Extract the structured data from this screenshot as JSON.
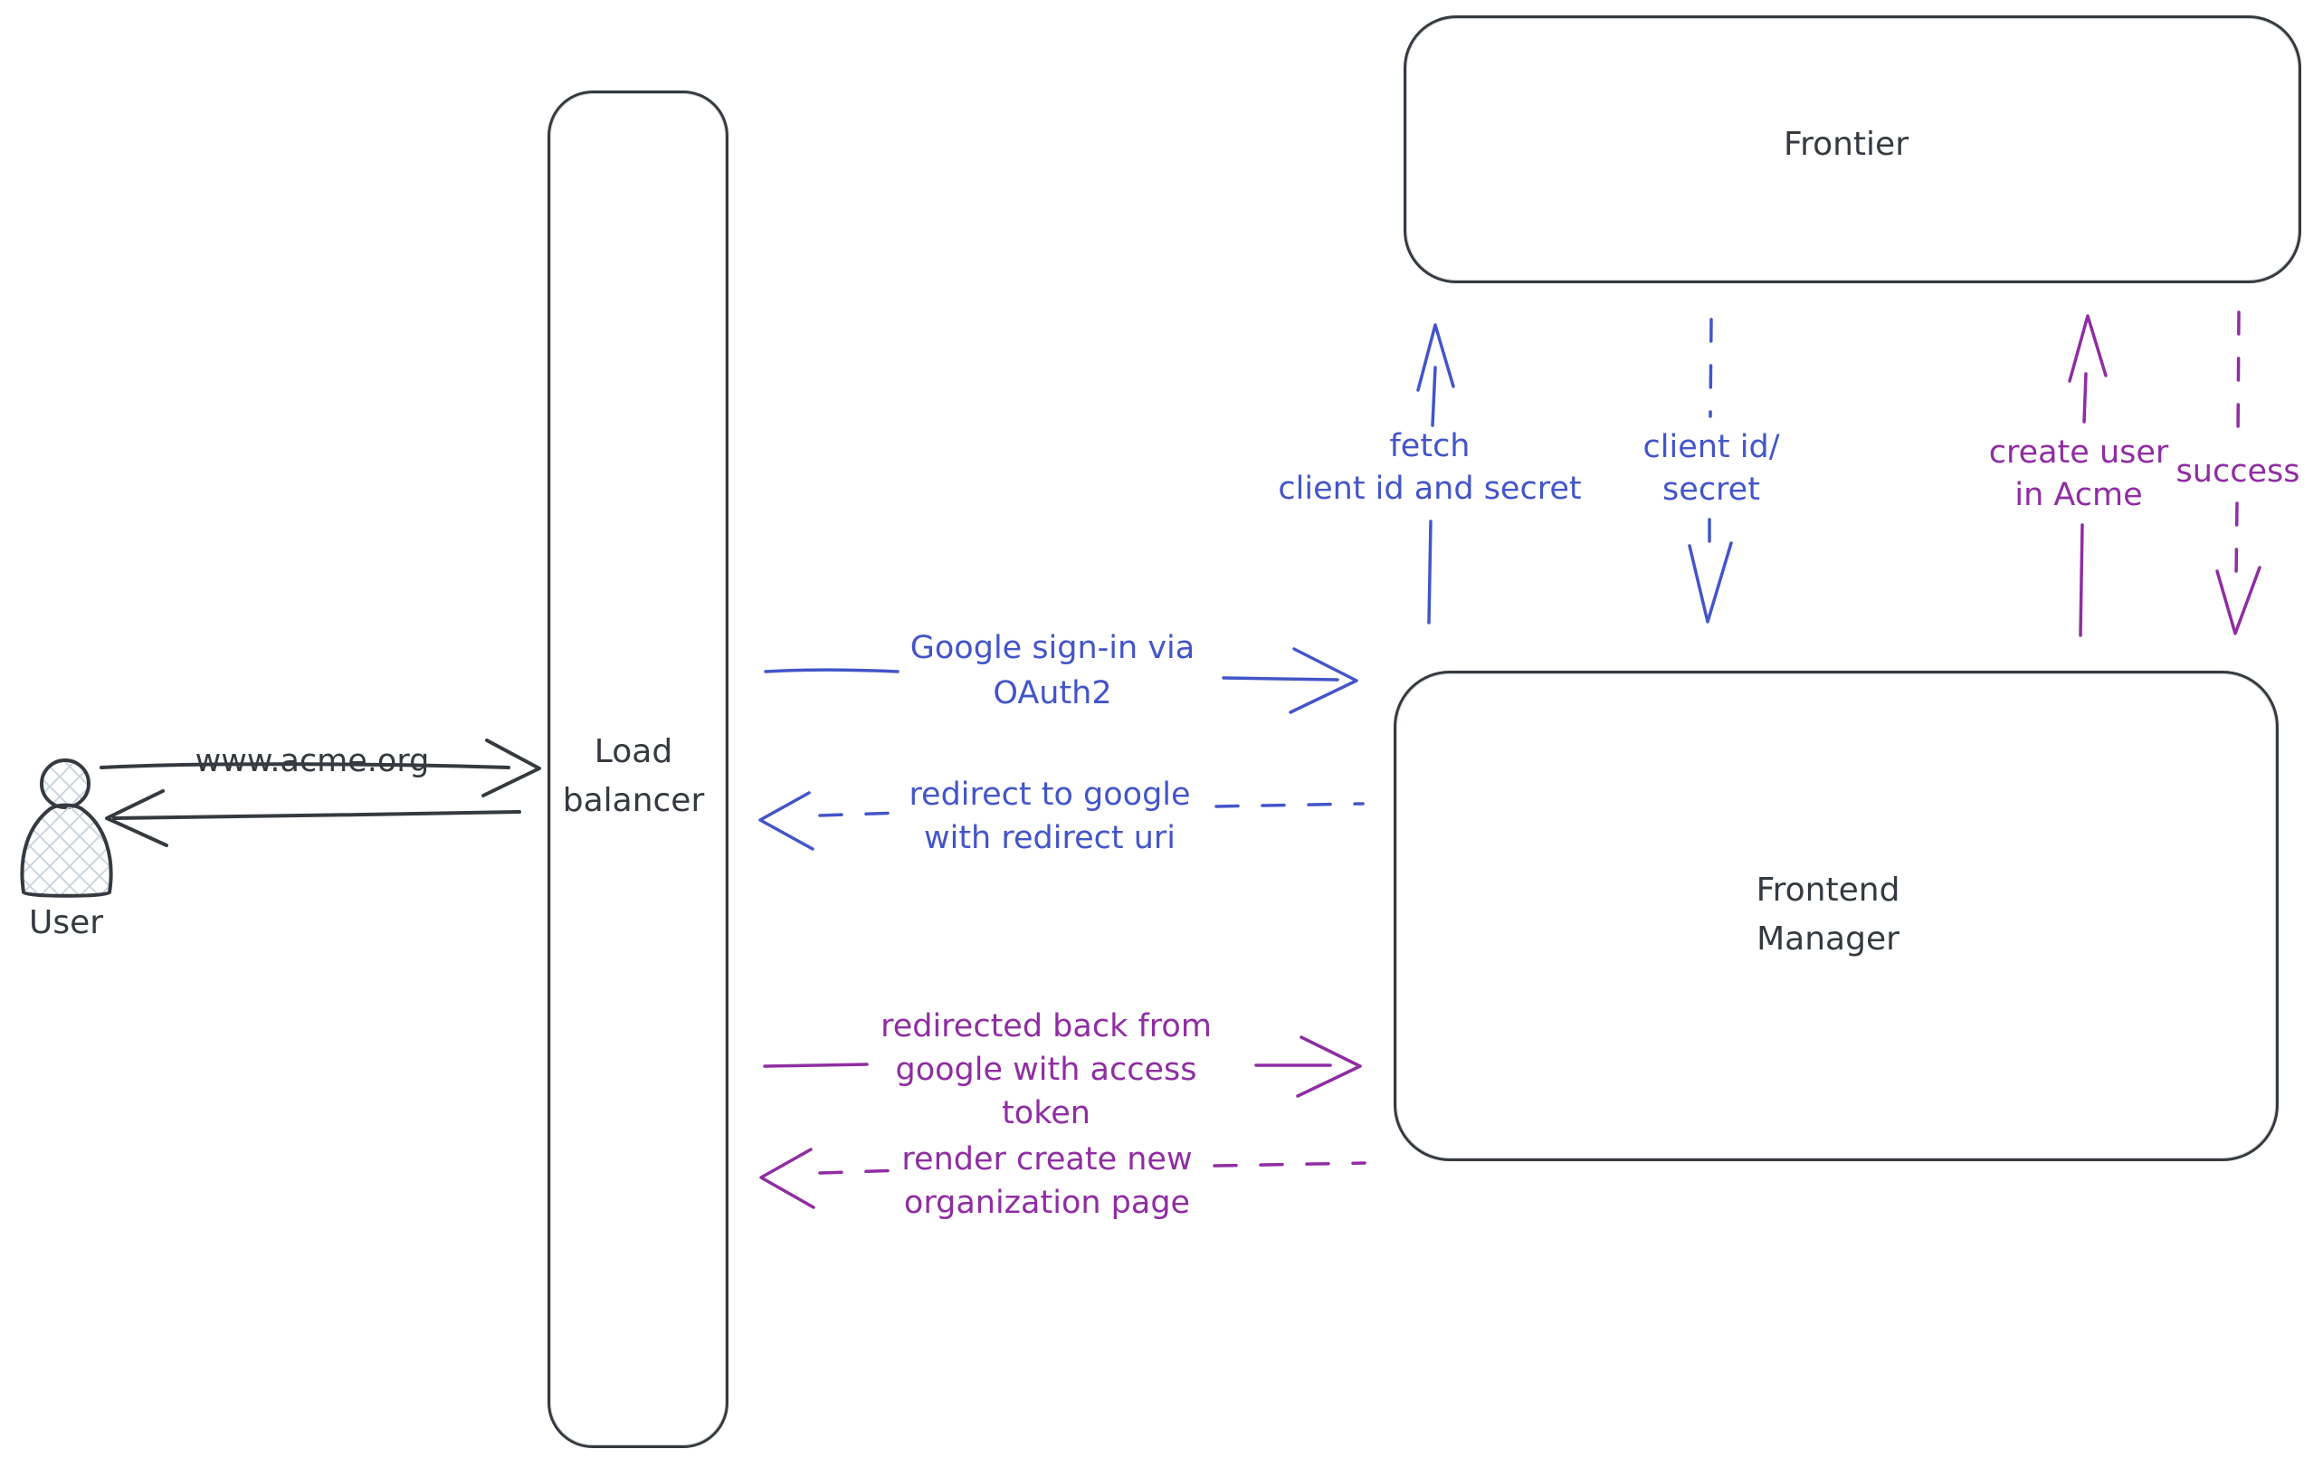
{
  "colors": {
    "ink": "#343a40",
    "blue": "#4355c8",
    "purple": "#8f2da2",
    "hatch": "#ccd5de",
    "background": "#ffffff"
  },
  "nodes": {
    "user": {
      "label": "User"
    },
    "load_balancer": {
      "lines": [
        "Load",
        "balancer"
      ]
    },
    "frontier": {
      "label": "Frontier"
    },
    "frontend_manager": {
      "lines": [
        "Frontend",
        "Manager"
      ]
    }
  },
  "edges": {
    "www_acme": {
      "label": "www.acme.org",
      "from": "User",
      "to": "Load balancer",
      "style": "solid",
      "color": "ink"
    },
    "response_to_user": {
      "label": "",
      "from": "Load balancer",
      "to": "User",
      "style": "solid",
      "color": "ink"
    },
    "google_signin": {
      "lines": [
        "Google sign-in via",
        "OAuth2"
      ],
      "from": "Load balancer",
      "to": "Frontend Manager",
      "style": "solid",
      "color": "blue"
    },
    "redirect_google": {
      "lines": [
        "redirect to google",
        "with redirect uri"
      ],
      "from": "Frontend Manager",
      "to": "Load balancer",
      "style": "dashed",
      "color": "blue"
    },
    "fetch_client_id": {
      "lines": [
        "fetch",
        "client id and secret"
      ],
      "from": "Frontend Manager",
      "to": "Frontier",
      "style": "solid",
      "color": "blue"
    },
    "client_id_secret": {
      "lines": [
        "client id/",
        "secret"
      ],
      "from": "Frontier",
      "to": "Frontend Manager",
      "style": "dashed",
      "color": "blue"
    },
    "create_user": {
      "lines": [
        "create user",
        "in Acme"
      ],
      "from": "Frontend Manager",
      "to": "Frontier",
      "style": "solid",
      "color": "purple"
    },
    "success": {
      "label": "success",
      "from": "Frontier",
      "to": "Frontend Manager",
      "style": "dashed",
      "color": "purple"
    },
    "redirected_back": {
      "lines": [
        "redirected back from",
        "google with access",
        "token"
      ],
      "from": "Load balancer",
      "to": "Frontend Manager",
      "style": "solid",
      "color": "purple"
    },
    "render_new_org": {
      "lines": [
        "render create new",
        "organization page"
      ],
      "from": "Frontend Manager",
      "to": "Load balancer",
      "style": "dashed",
      "color": "purple"
    }
  }
}
